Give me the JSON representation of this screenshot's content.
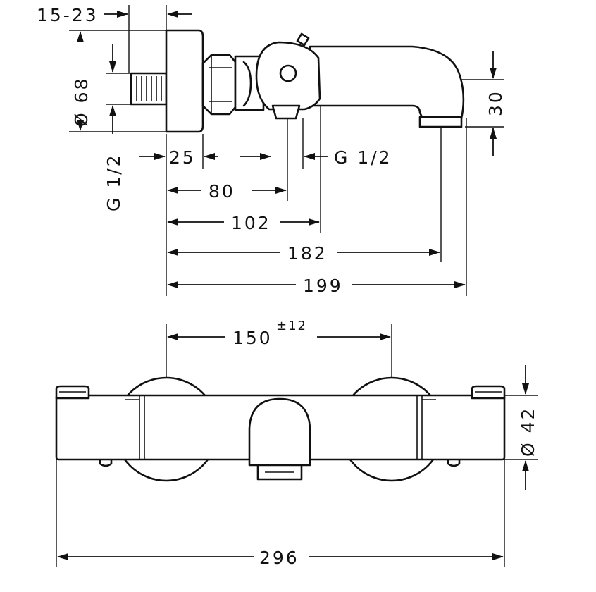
{
  "colors": {
    "line": "#111111",
    "background": "#ffffff"
  },
  "dimensions": {
    "wall_offset": "15-23",
    "body_diameter": "Ø 68",
    "left_thread": "G 1/2",
    "connector_length": "25",
    "spout_outlet_height": "30",
    "outlet_thread": "G 1/2",
    "to_outlet": "80",
    "to_body_end": "102",
    "to_spout_outlet": "182",
    "total_depth": "199",
    "centre_distance": "150",
    "centre_tolerance": "±12",
    "front_diameter": "Ø 42",
    "total_width": "296"
  }
}
